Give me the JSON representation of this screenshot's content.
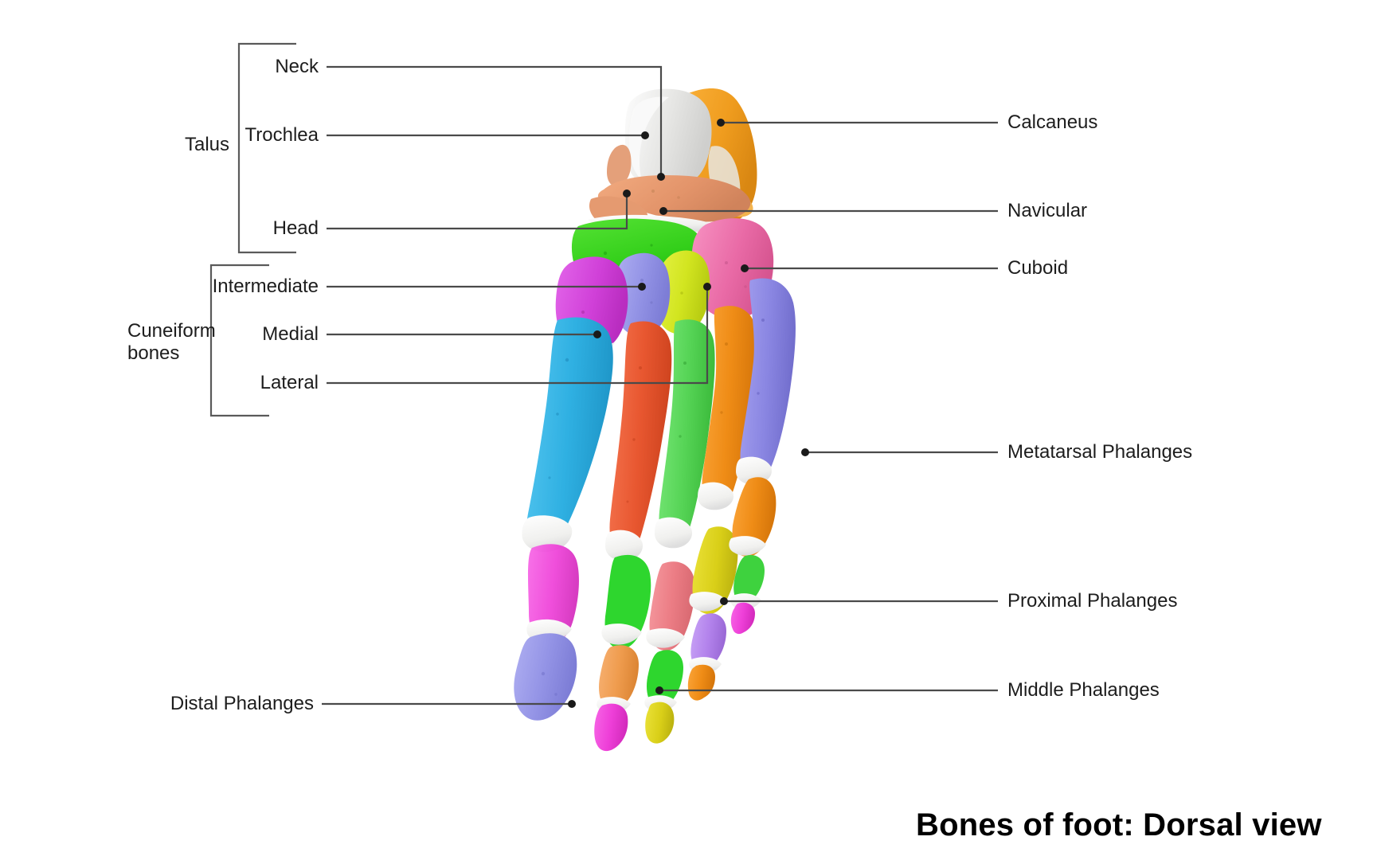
{
  "title": "Bones of foot: Dorsal view",
  "bracket_groups": [
    {
      "name": "Talus",
      "label": "Talus"
    },
    {
      "name": "Cuneiform bones",
      "label": "Cuneiform\nbones"
    }
  ],
  "labels_left": [
    {
      "key": "neck",
      "text": "Neck"
    },
    {
      "key": "trochlea",
      "text": "Trochlea"
    },
    {
      "key": "head",
      "text": "Head"
    },
    {
      "key": "intermediate",
      "text": "Intermediate"
    },
    {
      "key": "medial",
      "text": "Medial"
    },
    {
      "key": "lateral",
      "text": "Lateral"
    },
    {
      "key": "distal_phalanges",
      "text": "Distal Phalanges"
    }
  ],
  "labels_right": [
    {
      "key": "calcaneus",
      "text": "Calcaneus"
    },
    {
      "key": "navicular",
      "text": "Navicular"
    },
    {
      "key": "cuboid",
      "text": "Cuboid"
    },
    {
      "key": "metatarsal_phalanges",
      "text": "Metatarsal Phalanges"
    },
    {
      "key": "proximal_phalanges",
      "text": "Proximal Phalanges"
    },
    {
      "key": "middle_phalanges",
      "text": "Middle Phalanges"
    }
  ],
  "colors": {
    "leader_line": "#4a4a4a",
    "bracket_line": "#5a5a5a",
    "text": "#1d1d1d",
    "title": "#000000",
    "background": "#ffffff",
    "trochlea_white": "#e8e8e6",
    "talus_neck_head_salmon": "#e79a6e",
    "calcaneus_orange": "#f0a02a",
    "navicular_green": "#3fd521",
    "cuboid_pink": "#ee74ae",
    "cuneiform_medial_magenta": "#d94be0",
    "cuneiform_intermediate_purple": "#9a9ae8",
    "cuneiform_lateral_yellowgreen": "#d6e92c",
    "metatarsal_1_blue": "#34b4e8",
    "metatarsal_2_red": "#ec5a32",
    "metatarsal_3_green": "#5ed85e",
    "metatarsal_4_orange": "#f08c1c",
    "metatarsal_5_purple": "#8a86e2",
    "proximal_1_magenta": "#e857da",
    "proximal_2_green": "#2ed62e",
    "proximal_3_pink": "#ef7f86",
    "proximal_4_yellow": "#d3d62a",
    "proximal_5_orange": "#f29a22",
    "middle_2_orange": "#ef9c4e",
    "middle_3_green": "#2ed62e",
    "middle_4_purple": "#b383ec",
    "middle_5_green": "#3ed23e",
    "distal_1_periwinkle": "#8b8cea",
    "distal_2_magenta": "#ee3fd8",
    "distal_3_yellow": "#e2d61c",
    "distal_4_orange": "#f2861c",
    "distal_5_magenta": "#ee3fd8",
    "joint_cartilage": "#f4f4f2"
  }
}
